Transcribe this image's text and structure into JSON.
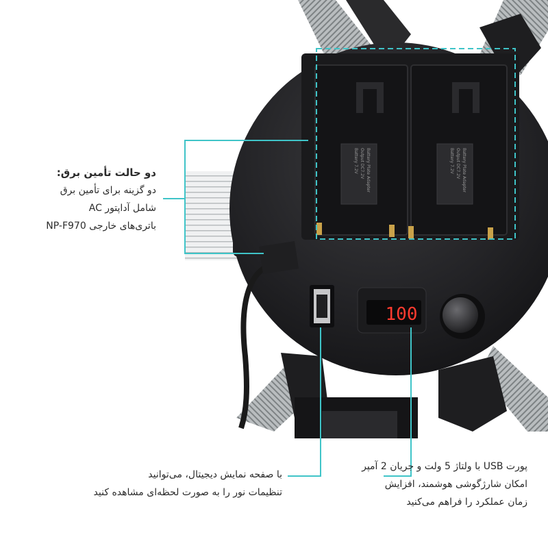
{
  "callouts": {
    "power": {
      "title": "دو حالت تأمین برق:",
      "lines": [
        "دو گزینه برای تأمین برق",
        "شامل آداپتور AC",
        "باتری‌های خارجی NP-F970"
      ]
    },
    "display": {
      "lines": [
        "با صفحه نمایش دیجیتال، می‌توانید",
        "تنظیمات نور را به صورت لحظه‌ای مشاهده کنید"
      ]
    },
    "usb": {
      "lines": [
        "پورت USB با ولتاژ 5 ولت و جریان 2 آمپر",
        "امکان شارژگوشی هوشمند، افزایش",
        "زمان عملکرد را فراهم می‌کنید"
      ]
    }
  },
  "device": {
    "display_value": "100",
    "battery_plate_label": [
      "Battery Plate Adapter",
      "Output DC7.2V",
      "Battery 7.2V"
    ]
  },
  "colors": {
    "accent": "#3fc4c8",
    "display_digits": "#ff3b2f",
    "body": "#1c1c1e",
    "text": "#2b2b2b"
  }
}
